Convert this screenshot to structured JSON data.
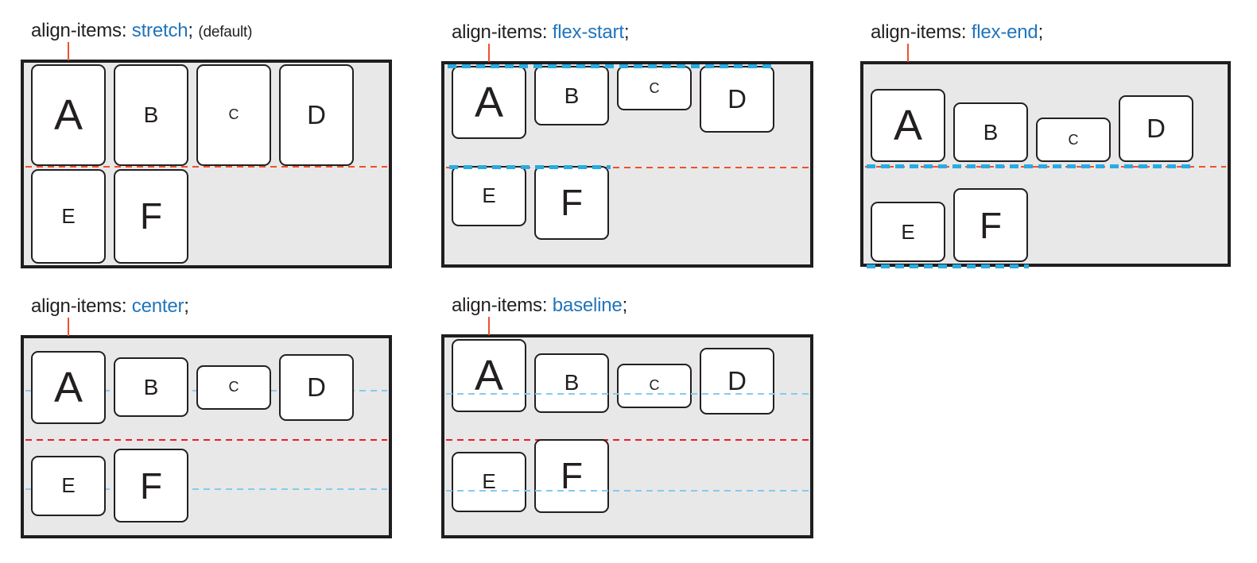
{
  "colors": {
    "page_bg": "#ffffff",
    "container_bg": "#e8e8e8",
    "container_border": "#1f1d1e",
    "box_border": "#231f20",
    "text": "#231f20",
    "label_value_blue": "#2175bc",
    "red_dash": "#f0502b",
    "red_dash_bright": "#ed1c24",
    "blue_dash_thick": "#29abe2",
    "blue_dash_thin": "#85cbee"
  },
  "icons": {
    "label_pointer_tick": "red-tick-line",
    "flex_line_boundary": "red-dashed-line",
    "alignment_reference": "blue-dashed-line"
  },
  "panels": [
    {
      "id": "stretch",
      "property": "align-items:",
      "value": "stretch",
      "terminator": ";",
      "suffix": "(default)",
      "items": [
        {
          "label": "A"
        },
        {
          "label": "B"
        },
        {
          "label": "C"
        },
        {
          "label": "D"
        },
        {
          "label": "E"
        },
        {
          "label": "F"
        }
      ]
    },
    {
      "id": "flex-start",
      "property": "align-items:",
      "value": "flex-start",
      "terminator": ";",
      "items": [
        {
          "label": "A"
        },
        {
          "label": "B"
        },
        {
          "label": "C"
        },
        {
          "label": "D"
        },
        {
          "label": "E"
        },
        {
          "label": "F"
        }
      ]
    },
    {
      "id": "flex-end",
      "property": "align-items:",
      "value": "flex-end",
      "terminator": ";",
      "items": [
        {
          "label": "A"
        },
        {
          "label": "B"
        },
        {
          "label": "C"
        },
        {
          "label": "D"
        },
        {
          "label": "E"
        },
        {
          "label": "F"
        }
      ]
    },
    {
      "id": "center",
      "property": "align-items:",
      "value": "center",
      "terminator": ";",
      "items": [
        {
          "label": "A"
        },
        {
          "label": "B"
        },
        {
          "label": "C"
        },
        {
          "label": "D"
        },
        {
          "label": "E"
        },
        {
          "label": "F"
        }
      ]
    },
    {
      "id": "baseline",
      "property": "align-items:",
      "value": "baseline",
      "terminator": ";",
      "items": [
        {
          "label": "A"
        },
        {
          "label": "B"
        },
        {
          "label": "C"
        },
        {
          "label": "D"
        },
        {
          "label": "E"
        },
        {
          "label": "F"
        }
      ]
    }
  ]
}
